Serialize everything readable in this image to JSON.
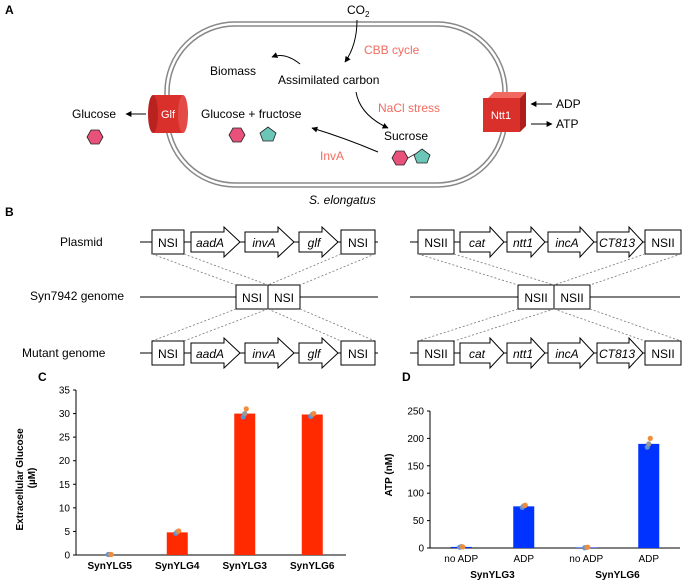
{
  "panelA": {
    "letter": "A",
    "co2": "CO",
    "co2_sub": "2",
    "cbb": "CBB cycle",
    "biomass": "Biomass",
    "assimilated": "Assimilated carbon",
    "nacl": "NaCl stress",
    "glucose_out": "Glucose",
    "glf": "Glf",
    "gluc_fruc": "Glucose + fructose",
    "sucrose": "Sucrose",
    "inva": "InvA",
    "ntt1": "Ntt1",
    "adp": "ADP",
    "atp": "ATP",
    "organism": "S. elongatus",
    "colors": {
      "red_text": "#f26b5e",
      "transporter": "#d9302c",
      "glucose_hex": "#e8527a",
      "fructose_pent": "#6cc6b8"
    }
  },
  "panelB": {
    "letter": "B",
    "row_labels": [
      "Plasmid",
      "Syn7942 genome",
      "Mutant genome"
    ],
    "left_construct": [
      "NSI",
      "aadA",
      "invA",
      "glf",
      "NSI"
    ],
    "right_construct": [
      "NSII",
      "cat",
      "ntt1",
      "incA",
      "CT813",
      "NSII"
    ],
    "genome_left": [
      "NSI",
      "NSI"
    ],
    "genome_right": [
      "NSII",
      "NSII"
    ]
  },
  "panelC": {
    "letter": "C",
    "chart_data": {
      "type": "bar",
      "ylabel": "Extracellular Glucose (µM)",
      "ylabel_line1": "Extracellular Glucose",
      "ylabel_line2": "(µM)",
      "categories": [
        "SynYLG5",
        "SynYLG4",
        "SynYLG3",
        "SynYLG6"
      ],
      "values": [
        0,
        4.8,
        30,
        29.8
      ],
      "replicates": [
        [
          0.1,
          0.1,
          0.1
        ],
        [
          4.6,
          4.9,
          5.1
        ],
        [
          29.3,
          30.0,
          31.0
        ],
        [
          29.4,
          29.8,
          30.0
        ]
      ],
      "ylim": [
        0,
        35
      ],
      "yticks": [
        "0",
        "5",
        "10",
        "15",
        "20",
        "25",
        "30",
        "35"
      ],
      "bar_color": "#ff2a00"
    }
  },
  "panelD": {
    "letter": "D",
    "chart_data": {
      "type": "bar",
      "ylabel": "ATP (nM)",
      "categories": [
        "no ADP",
        "ADP",
        "no ADP",
        "ADP"
      ],
      "groups": [
        "SynYLG3",
        "SynYLG6"
      ],
      "values": [
        2,
        76,
        1,
        190
      ],
      "replicates": [
        [
          1.5,
          2.5,
          2.0
        ],
        [
          74,
          77,
          78
        ],
        [
          0.5,
          1.0,
          1.5
        ],
        [
          184,
          190,
          200
        ]
      ],
      "ylim": [
        0,
        250
      ],
      "yticks": [
        "0",
        "50",
        "100",
        "150",
        "200",
        "250"
      ],
      "bar_color": "#0033ff"
    }
  }
}
